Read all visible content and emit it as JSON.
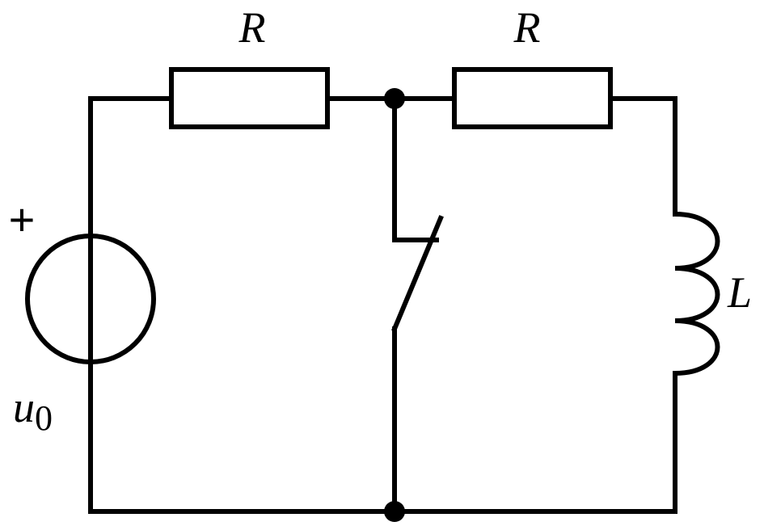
{
  "labels": {
    "resistor_left": "R",
    "resistor_right": "R",
    "inductor": "L",
    "source_plus": "+",
    "source_symbol": "u",
    "source_subscript": "0"
  },
  "colors": {
    "stroke": "#000000",
    "background": "#ffffff"
  }
}
